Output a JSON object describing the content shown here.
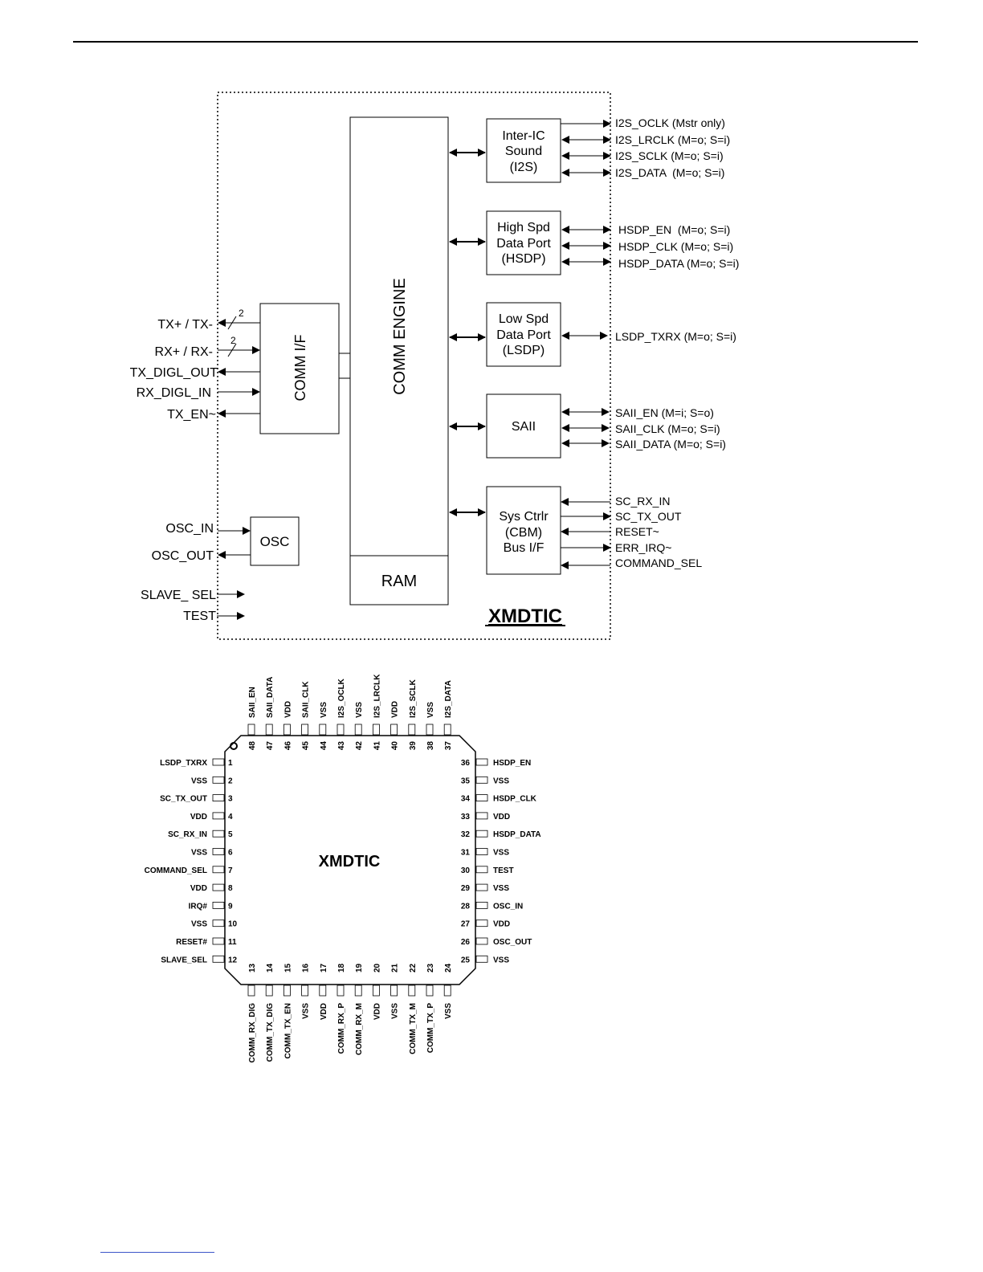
{
  "block_diagram": {
    "chip_label": "XMDTIC",
    "comm_engine": "COMM ENGINE",
    "ram": "RAM",
    "comm_if": "COMM I/F",
    "osc": "OSC",
    "i2s_block": [
      "Inter-IC",
      "Sound",
      "(I2S)"
    ],
    "hsdp_block": [
      "High Spd",
      "Data Port",
      "(HSDP)"
    ],
    "lsdp_block": [
      "Low Spd",
      "Data Port",
      "(LSDP)"
    ],
    "saii_block": "SAII",
    "sys_block": [
      "Sys Ctrlr",
      "(CBM)",
      "Bus I/F"
    ],
    "bus_width_label": "2",
    "left_signals": {
      "tx_pm": "TX+ / TX-",
      "rx_pm": "RX+ / RX-",
      "tx_digl_out": "TX_DIGL_OUT",
      "rx_digl_in": "RX_DIGL_IN",
      "tx_en": "TX_EN~",
      "osc_in": "OSC_IN",
      "osc_out": "OSC_OUT",
      "slave_sel": "SLAVE_ SEL",
      "test": "TEST"
    },
    "i2s_signals": [
      "I2S_OCLK (Mstr only)",
      "I2S_LRCLK (M=o; S=i)",
      "I2S_SCLK (M=o; S=i)",
      "I2S_DATA  (M=o; S=i)"
    ],
    "hsdp_signals": [
      "HSDP_EN  (M=o; S=i)",
      "HSDP_CLK (M=o; S=i)",
      "HSDP_DATA (M=o; S=i)"
    ],
    "lsdp_signals": [
      "LSDP_TXRX (M=o; S=i)"
    ],
    "saii_signals": [
      "SAII_EN (M=i; S=o)",
      "SAII_CLK (M=o; S=i)",
      "SAII_DATA (M=o; S=i)"
    ],
    "sys_signals": [
      "SC_RX_IN",
      "SC_TX_OUT",
      "RESET~",
      "ERR_IRQ~",
      "COMMAND_SEL"
    ]
  },
  "pinout": {
    "chip_label": "XMDTIC",
    "left_pins": [
      {
        "num": "1",
        "name": "LSDP_TXRX"
      },
      {
        "num": "2",
        "name": "VSS"
      },
      {
        "num": "3",
        "name": "SC_TX_OUT"
      },
      {
        "num": "4",
        "name": "VDD"
      },
      {
        "num": "5",
        "name": "SC_RX_IN"
      },
      {
        "num": "6",
        "name": "VSS"
      },
      {
        "num": "7",
        "name": "COMMAND_SEL"
      },
      {
        "num": "8",
        "name": "VDD"
      },
      {
        "num": "9",
        "name": "IRQ#"
      },
      {
        "num": "10",
        "name": "VSS"
      },
      {
        "num": "11",
        "name": "RESET#"
      },
      {
        "num": "12",
        "name": "SLAVE_SEL"
      }
    ],
    "right_pins": [
      {
        "num": "36",
        "name": "HSDP_EN"
      },
      {
        "num": "35",
        "name": "VSS"
      },
      {
        "num": "34",
        "name": "HSDP_CLK"
      },
      {
        "num": "33",
        "name": "VDD"
      },
      {
        "num": "32",
        "name": "HSDP_DATA"
      },
      {
        "num": "31",
        "name": "VSS"
      },
      {
        "num": "30",
        "name": "TEST"
      },
      {
        "num": "29",
        "name": "VSS"
      },
      {
        "num": "28",
        "name": "OSC_IN"
      },
      {
        "num": "27",
        "name": "VDD"
      },
      {
        "num": "26",
        "name": "OSC_OUT"
      },
      {
        "num": "25",
        "name": "VSS"
      }
    ],
    "top_pins": [
      {
        "num": "48",
        "name": "SAII_EN"
      },
      {
        "num": "47",
        "name": "SAII_DATA"
      },
      {
        "num": "46",
        "name": "VDD"
      },
      {
        "num": "45",
        "name": "SAII_CLK"
      },
      {
        "num": "44",
        "name": "VSS"
      },
      {
        "num": "43",
        "name": "I2S_OCLK"
      },
      {
        "num": "42",
        "name": "VSS"
      },
      {
        "num": "41",
        "name": "I2S_LRCLK"
      },
      {
        "num": "40",
        "name": "VDD"
      },
      {
        "num": "39",
        "name": "I2S_SCLK"
      },
      {
        "num": "38",
        "name": "VSS"
      },
      {
        "num": "37",
        "name": "I2S_DATA"
      }
    ],
    "bottom_pins": [
      {
        "num": "13",
        "name": "COMM_RX_DIG"
      },
      {
        "num": "14",
        "name": "COMM_TX_DIG"
      },
      {
        "num": "15",
        "name": "COMM_TX_EN"
      },
      {
        "num": "16",
        "name": "VSS"
      },
      {
        "num": "17",
        "name": "VDD"
      },
      {
        "num": "18",
        "name": "COMM_RX_P"
      },
      {
        "num": "19",
        "name": "COMM_RX_M"
      },
      {
        "num": "20",
        "name": "VDD"
      },
      {
        "num": "21",
        "name": "VSS"
      },
      {
        "num": "22",
        "name": "COMM_TX_M"
      },
      {
        "num": "23",
        "name": "COMM_TX_P"
      },
      {
        "num": "24",
        "name": "VSS"
      }
    ]
  }
}
